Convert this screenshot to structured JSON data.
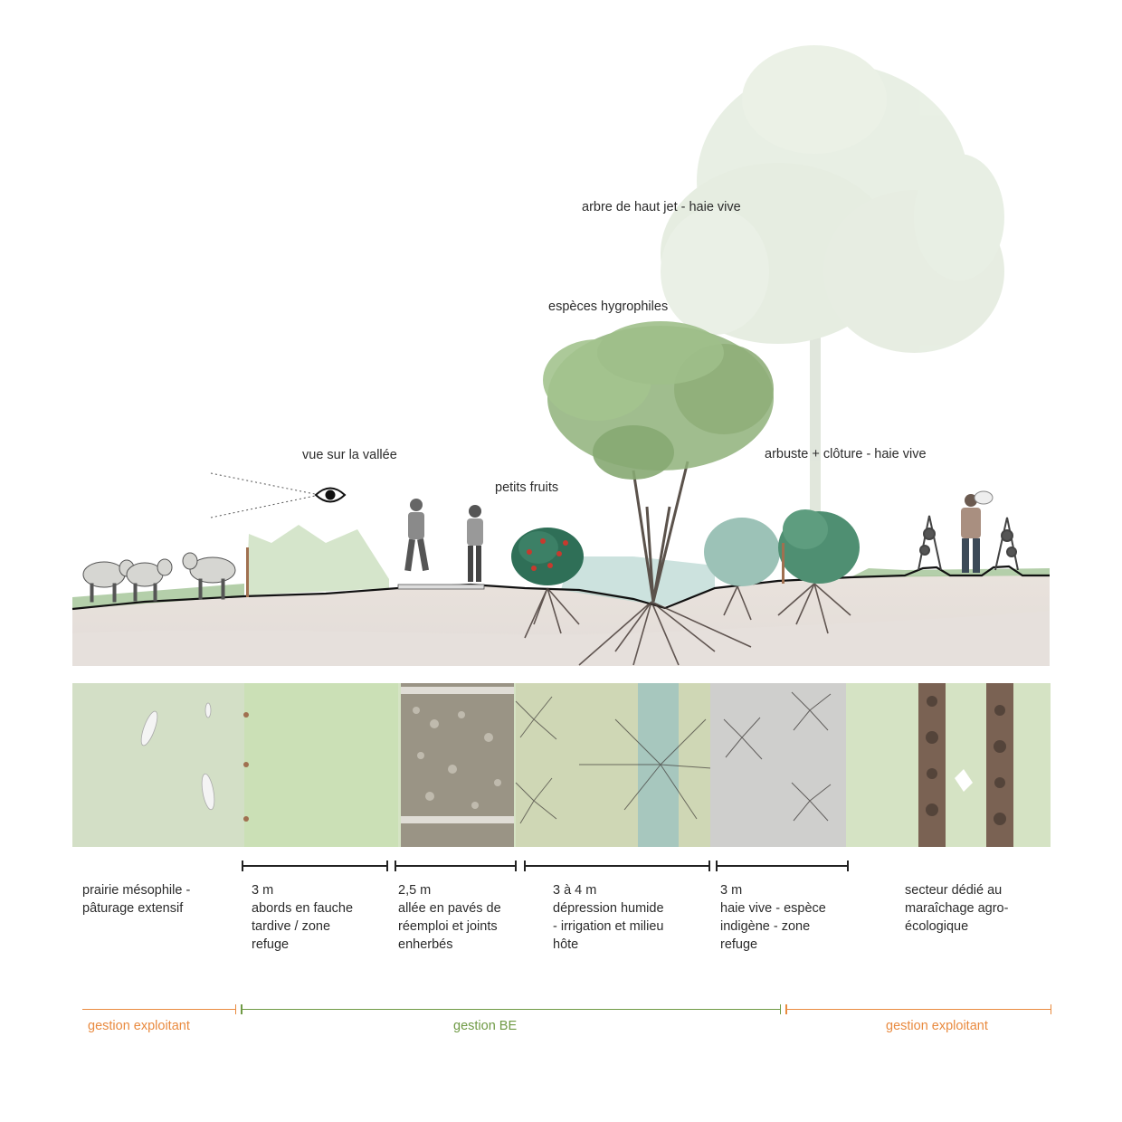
{
  "colors": {
    "exploitant": "#e98a3f",
    "be": "#6f9a45",
    "soil": "#e4dcd6",
    "grass": "#c9dcb8"
  },
  "section_labels": {
    "vue": "vue sur la vallée",
    "petits_fruits": "petits fruits",
    "hygrophiles": "espèces hygrophiles",
    "haut_jet": "arbre de haut jet - haie vive",
    "arbuste": "arbuste + clôture - haie vive"
  },
  "zones": [
    {
      "width": "",
      "lines": [
        "prairie mésophile -",
        "pâturage extensif"
      ]
    },
    {
      "width": "3 m",
      "lines": [
        "abords en fauche",
        "tardive / zone",
        "refuge"
      ]
    },
    {
      "width": "2,5 m",
      "lines": [
        "allée en pavés de",
        "réemploi et joints",
        "enherbés"
      ]
    },
    {
      "width": "3 à 4 m",
      "lines": [
        "dépression humide",
        "- irrigation et milieu",
        "hôte"
      ]
    },
    {
      "width": "3 m",
      "lines": [
        "haie vive - espèce",
        "indigène - zone",
        "refuge"
      ]
    },
    {
      "width": "",
      "lines": [
        "secteur dédié au",
        "maraîchage agro-",
        "écologique"
      ]
    }
  ],
  "management": {
    "left": "gestion exploitant",
    "center": "gestion BE",
    "right": "gestion exploitant"
  },
  "icons": {
    "eye": "eye-icon",
    "sheep": "sheep-icon",
    "person": "person-icon",
    "tree": "tree-icon"
  }
}
